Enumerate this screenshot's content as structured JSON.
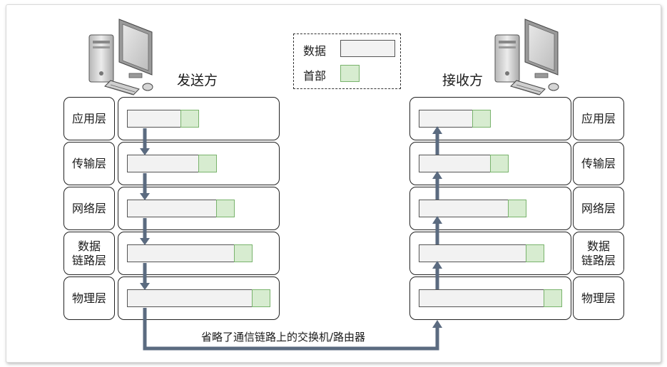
{
  "sender": {
    "title": "发送方",
    "layers": [
      "应用层",
      "传输层",
      "网络层",
      "数据\n链路层",
      "物理层"
    ]
  },
  "receiver": {
    "title": "接收方",
    "layers": [
      "应用层",
      "传输层",
      "网络层",
      "数据\n链路层",
      "物理层"
    ]
  },
  "legend": {
    "data_label": "数据",
    "header_label": "首部"
  },
  "caption": "省略了通信链路上的交换机/路由器",
  "colors": {
    "data_fill": "#f2f2f2",
    "header_fill": "#d7ecd0",
    "header_border": "#79b36c",
    "arrow": "#5b6b80"
  },
  "icons": [
    "computer-icon"
  ]
}
